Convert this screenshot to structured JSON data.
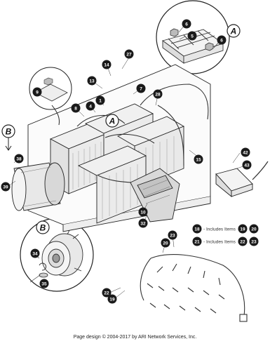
{
  "callouts": [
    {
      "num": "6"
    },
    {
      "num": "5"
    },
    {
      "num": "6"
    },
    {
      "num": "27"
    },
    {
      "num": "14"
    },
    {
      "num": "13"
    },
    {
      "num": "7"
    },
    {
      "num": "28"
    },
    {
      "num": "9"
    },
    {
      "num": "8"
    },
    {
      "num": "4"
    },
    {
      "num": "1"
    },
    {
      "num": "15"
    },
    {
      "num": "42"
    },
    {
      "num": "43"
    },
    {
      "num": "38"
    },
    {
      "num": "39"
    },
    {
      "num": "10"
    },
    {
      "num": "32"
    },
    {
      "num": "34"
    },
    {
      "num": "35"
    },
    {
      "num": "23"
    },
    {
      "num": "20"
    },
    {
      "num": "22"
    },
    {
      "num": "19"
    }
  ],
  "detail_letters": {
    "a_top": "A",
    "a_main": "A",
    "b_main": "B",
    "b_detail": "B"
  },
  "legend": [
    {
      "item": "18",
      "text": "- Includes Items",
      "refs": [
        "19",
        "20"
      ]
    },
    {
      "item": "21",
      "text": "- Includes Items",
      "refs": [
        "22",
        "23"
      ]
    }
  ],
  "footer": "Page design © 2004-2017 by ARI Network Services, Inc."
}
